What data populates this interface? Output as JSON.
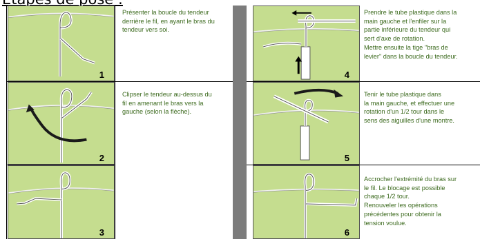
{
  "title": "Etapes de pose :",
  "steps": [
    {
      "number": "1",
      "lines": [
        "Présenter la boucle du tendeur",
        "derrière le fil, en ayant le bras du",
        "tendeur vers soi."
      ]
    },
    {
      "number": "2",
      "lines": [
        "Clipser le tendeur au-dessus du",
        "fil en amenant le bras vers la",
        "gauche (selon la flèche)."
      ]
    },
    {
      "number": "3",
      "lines": []
    },
    {
      "number": "4",
      "lines": [
        "Prendre le tube plastique dans la",
        "main gauche et l'enfiler sur  la",
        "partie inférieure du tendeur qui",
        "sert d'axe de rotation.",
        "Mettre ensuite la tige \"bras de",
        "levier\" dans la boucle du tendeur."
      ]
    },
    {
      "number": "5",
      "lines": [
        "Tenir le tube plastique dans",
        "la main gauche, et effectuer une",
        "rotation d'un 1/2 tour dans le",
        "sens des aiguilles d'une montre."
      ]
    },
    {
      "number": "6",
      "lines": [
        "Accrocher l'extrémité du bras sur",
        "le fil. Le blocage est possible",
        "chaque 1/2 tour.",
        "Renouveler les opérations",
        "précédentes pour obtenir la",
        "tension voulue."
      ]
    }
  ],
  "colors": {
    "panel_bg": "#c5dd8f",
    "text": "#3c6a1e",
    "divider": "#7c7c7c",
    "wire": "#f2f2f2"
  }
}
